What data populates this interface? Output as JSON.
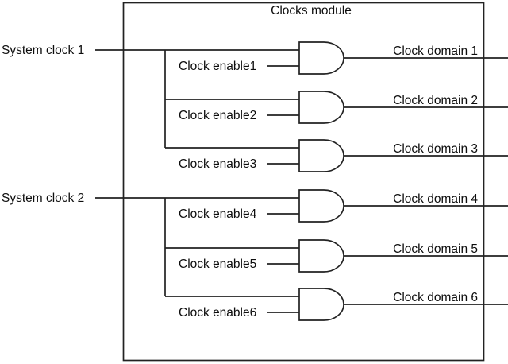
{
  "title": "Clocks module",
  "colors": {
    "line": "#222222",
    "text": "#0d0d0d",
    "background": "#ffffff"
  },
  "system_clocks": [
    {
      "label": "System clock 1"
    },
    {
      "label": "System clock 2"
    }
  ],
  "gates": [
    {
      "type": "AND",
      "enable_label": "Clock enable1",
      "output_label": "Clock domain 1",
      "source_clock": "System clock 1"
    },
    {
      "type": "AND",
      "enable_label": "Clock enable2",
      "output_label": "Clock domain 2",
      "source_clock": "System clock 1"
    },
    {
      "type": "AND",
      "enable_label": "Clock enable3",
      "output_label": "Clock domain 3",
      "source_clock": "System clock 1"
    },
    {
      "type": "AND",
      "enable_label": "Clock enable4",
      "output_label": "Clock domain 4",
      "source_clock": "System clock 2"
    },
    {
      "type": "AND",
      "enable_label": "Clock enable5",
      "output_label": "Clock domain 5",
      "source_clock": "System clock 2"
    },
    {
      "type": "AND",
      "enable_label": "Clock enable6",
      "output_label": "Clock domain 6",
      "source_clock": "System clock 2"
    }
  ]
}
